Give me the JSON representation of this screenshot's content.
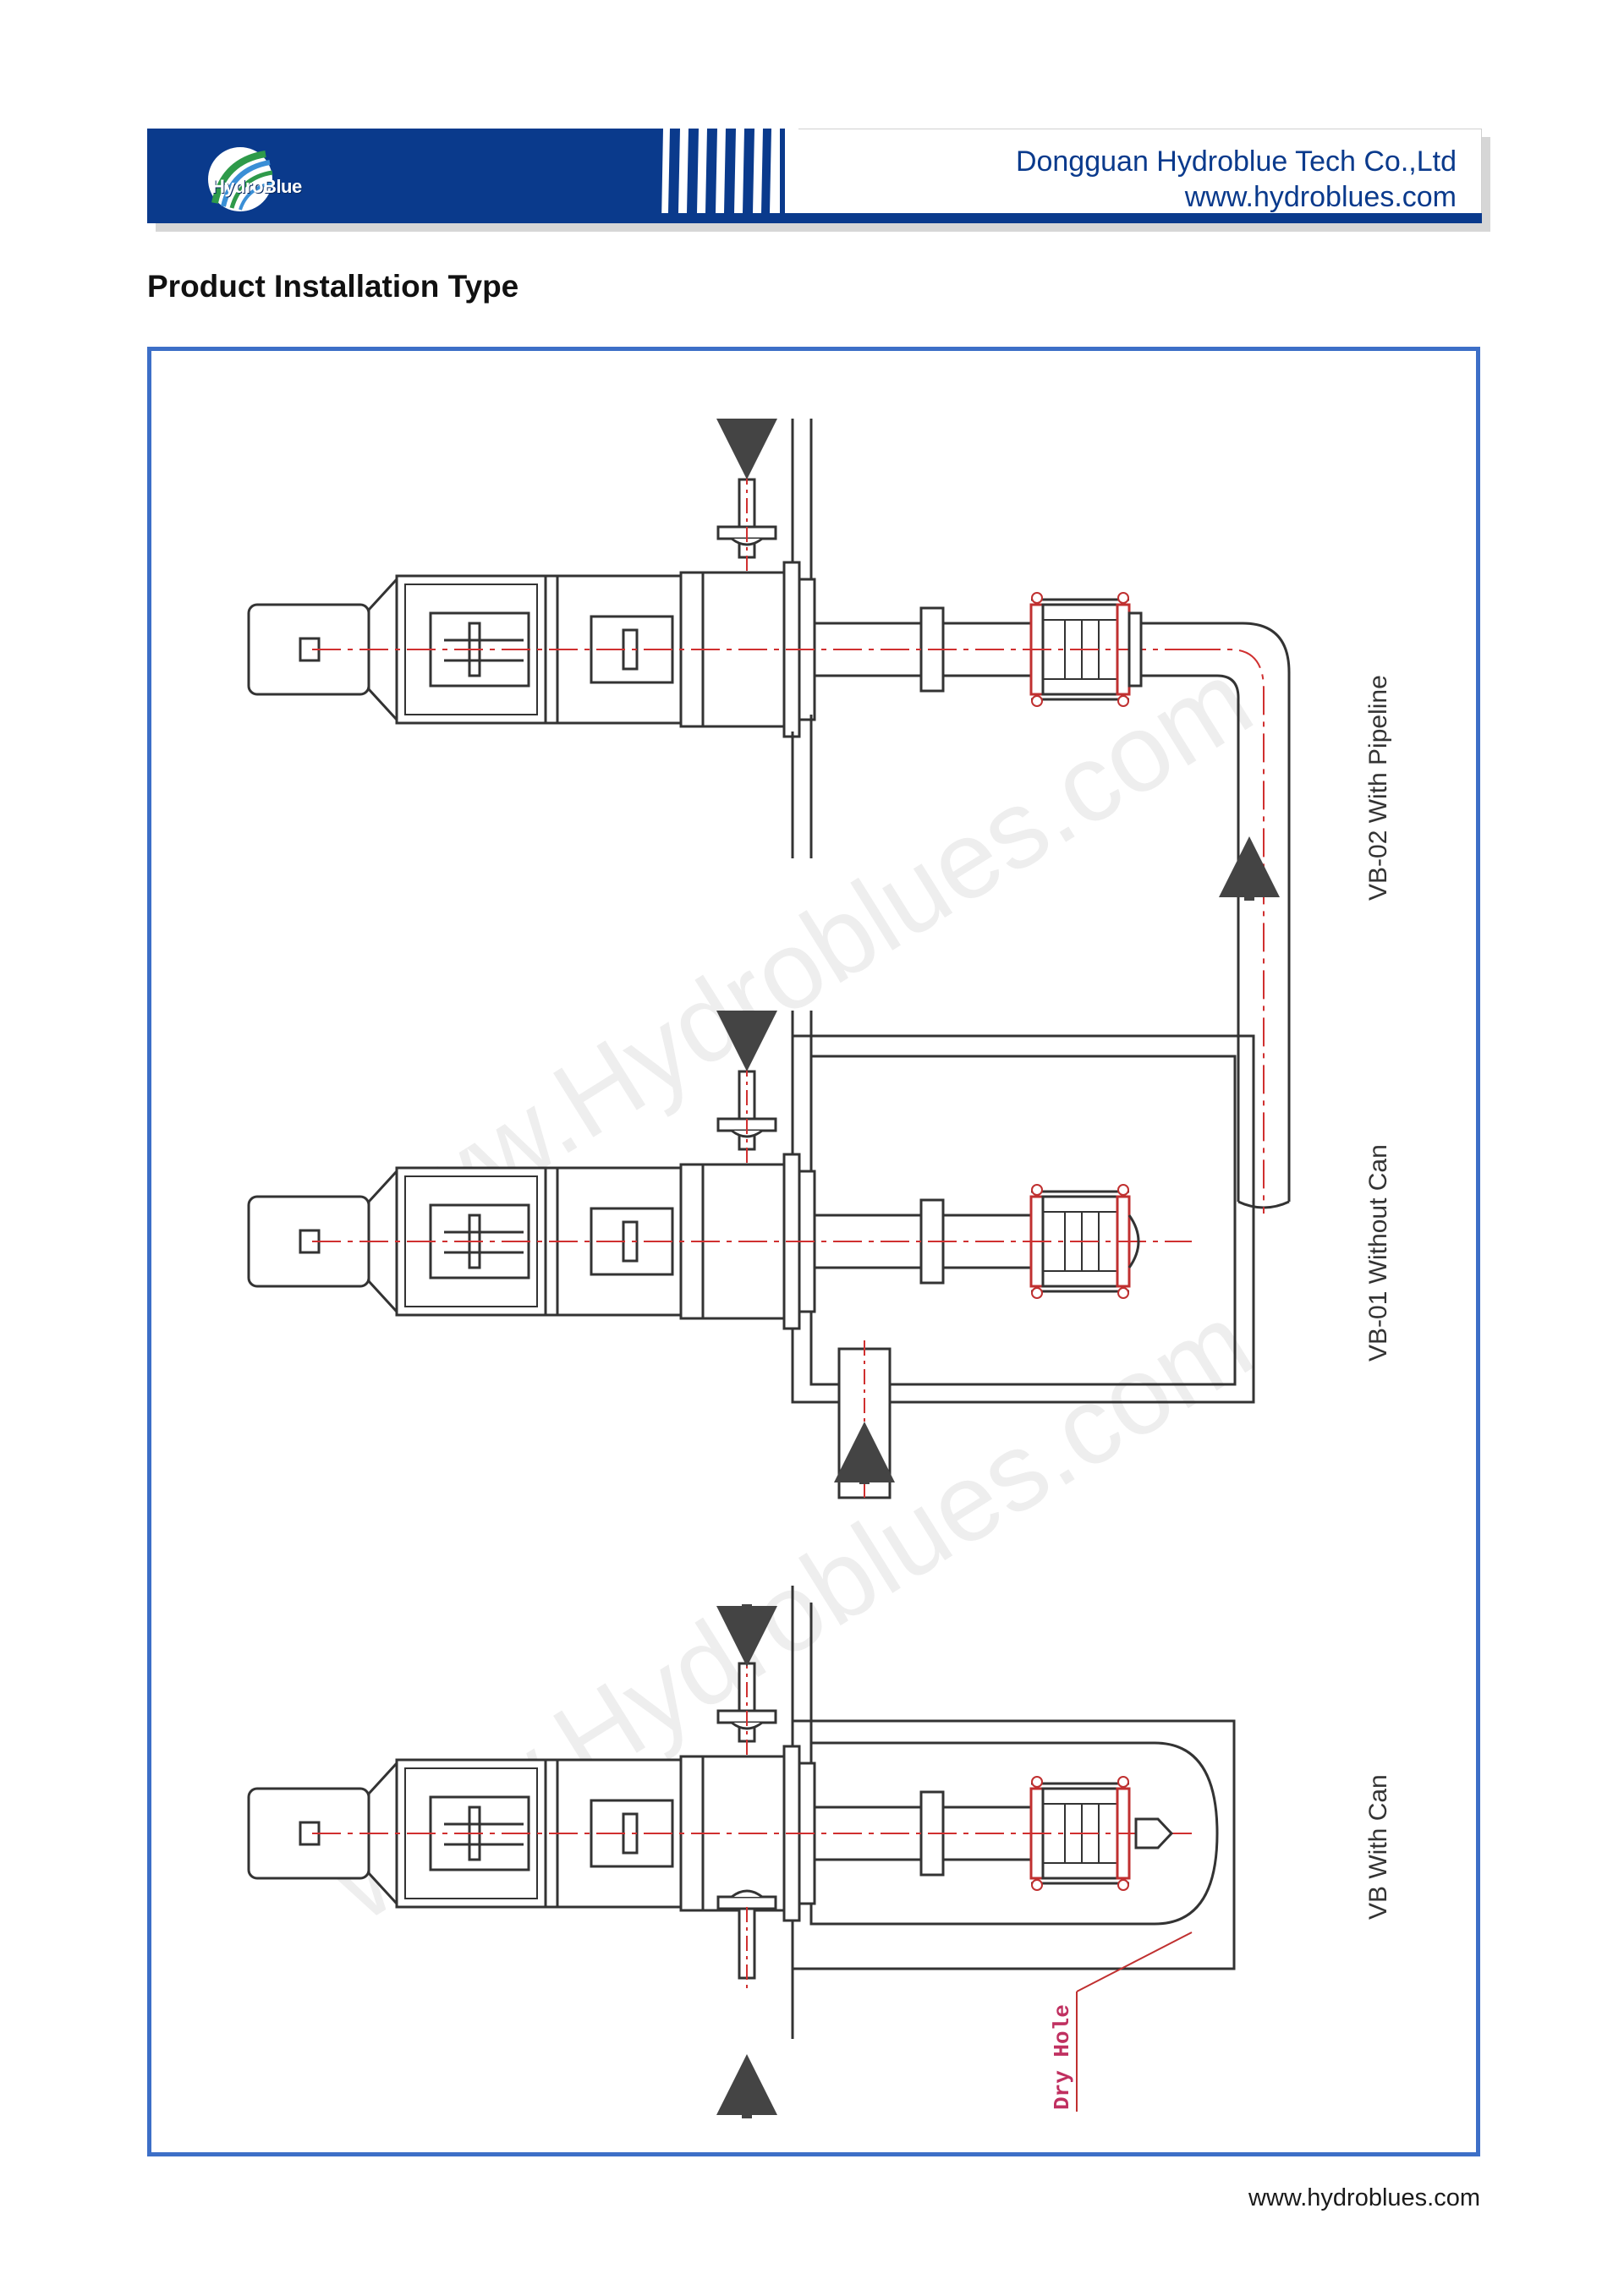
{
  "header": {
    "logo_text": "HydroBlue",
    "company_name": "Dongguan Hydroblue Tech Co.,Ltd",
    "website": "www.hydroblues.com",
    "brand_color": "#0a3a8c"
  },
  "page_title": "Product Installation Type",
  "diagram": {
    "watermark": "www.Hydroblues.com",
    "labels": {
      "vb02": "VB-02 With Pipeline",
      "vb01": "VB-01 Without Can",
      "vb": "VB With Can",
      "dry_hole": "Dry Hole"
    },
    "frame_color": "#3d6fc7",
    "centerline_color": "#d03030"
  },
  "footer": {
    "website": "www.hydroblues.com"
  }
}
